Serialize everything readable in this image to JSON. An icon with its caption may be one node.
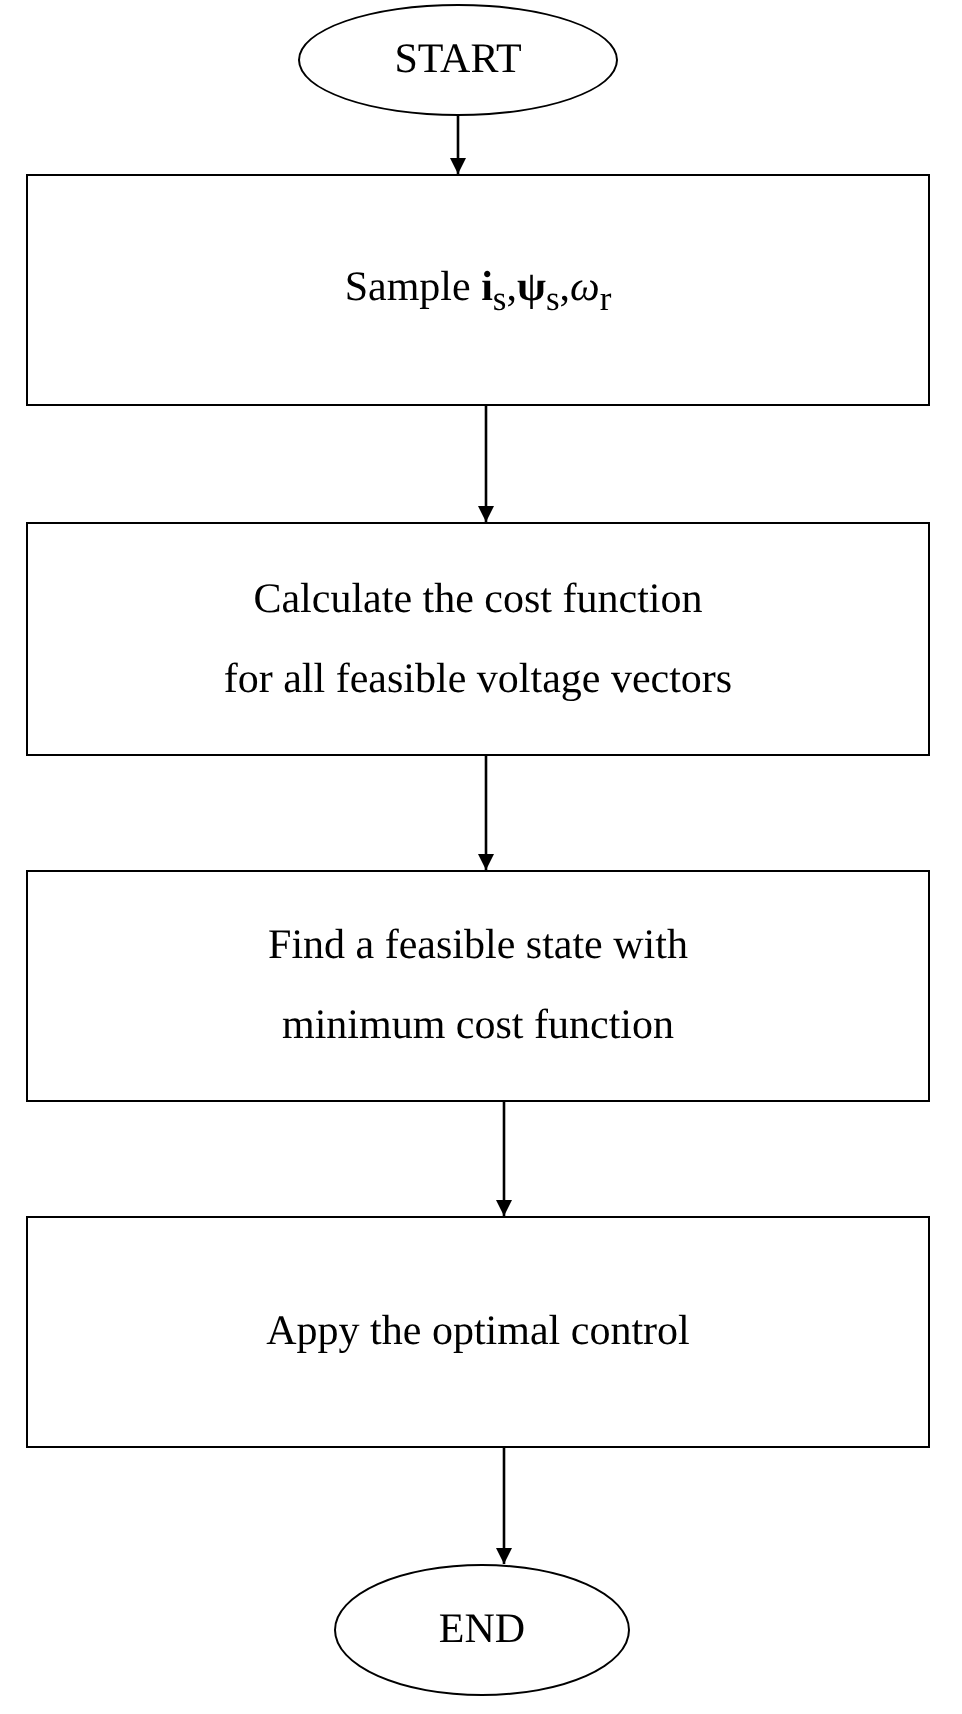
{
  "diagram": {
    "nodes": [
      {
        "text": [
          "START"
        ]
      },
      {
        "text": [
          "Sample **i**$_{s}$,**ψ**$_{s}$,*ω*$_{r}$"
        ]
      },
      {
        "text": [
          "Calculate the cost function for all feasible voltage vectors"
        ]
      },
      {
        "text": [
          "Find a feasible state with minimum cost function"
        ]
      },
      {
        "text": [
          "Appy the optimal control"
        ]
      },
      {
        "text": [
          "END"
        ]
      }
    ],
    "edges": [
      {
        "from": 0,
        "to": 1,
        "arrow": "to"
      },
      {
        "from": 1,
        "to": 2,
        "arrow": "to"
      },
      {
        "from": 2,
        "to": 3,
        "arrow": "to"
      },
      {
        "from": 3,
        "to": 4,
        "arrow": "to"
      },
      {
        "from": 4,
        "to": 5,
        "arrow": "to"
      }
    ]
  }
}
